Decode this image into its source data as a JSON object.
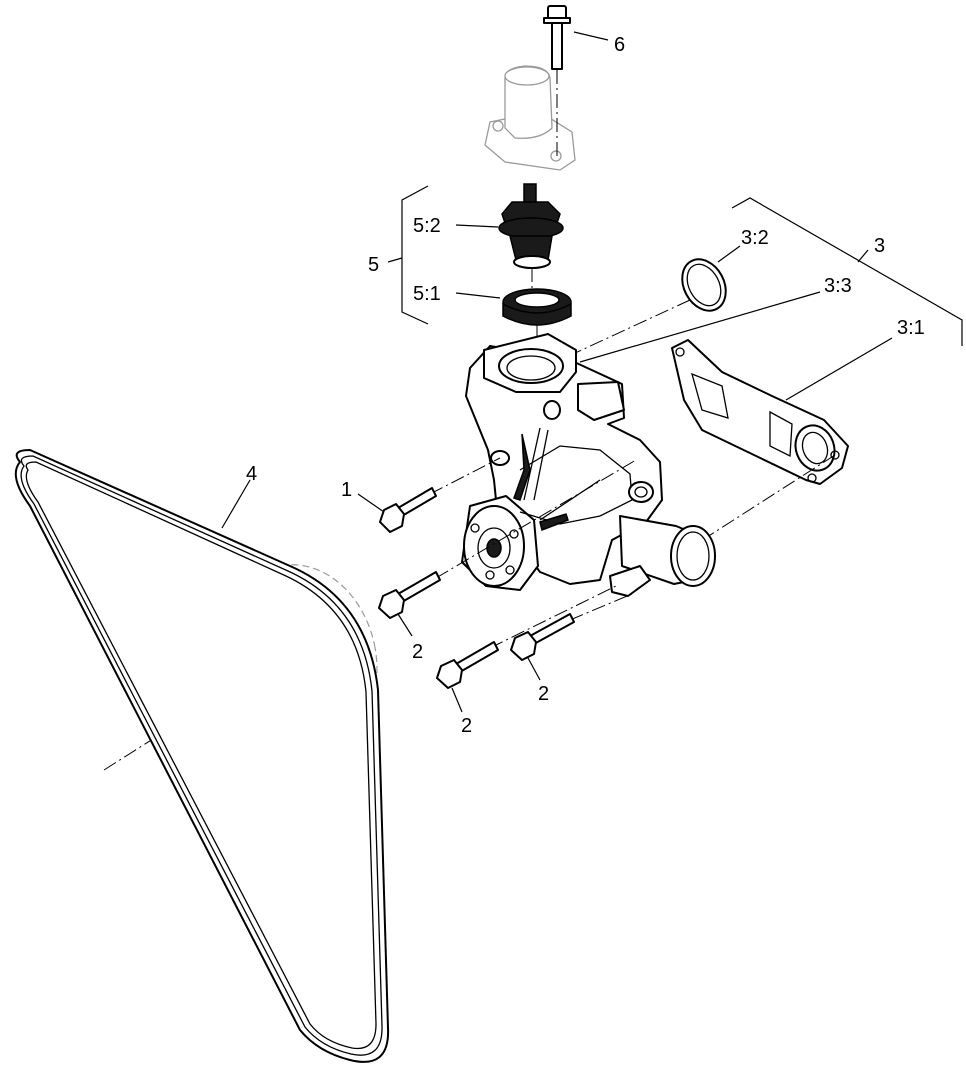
{
  "callouts": {
    "bolt_1": "1",
    "bolt_2_a": "2",
    "bolt_2_b": "2",
    "bolt_2_c": "2",
    "pump_group_3": "3",
    "gasket_3_1": "3:1",
    "o_ring_3_2": "3:2",
    "pump_body_3_3": "3:3",
    "belt_4": "4",
    "thermostat_group_5": "5",
    "seal_5_1": "5:1",
    "thermostat_5_2": "5:2",
    "screw_6": "6"
  }
}
